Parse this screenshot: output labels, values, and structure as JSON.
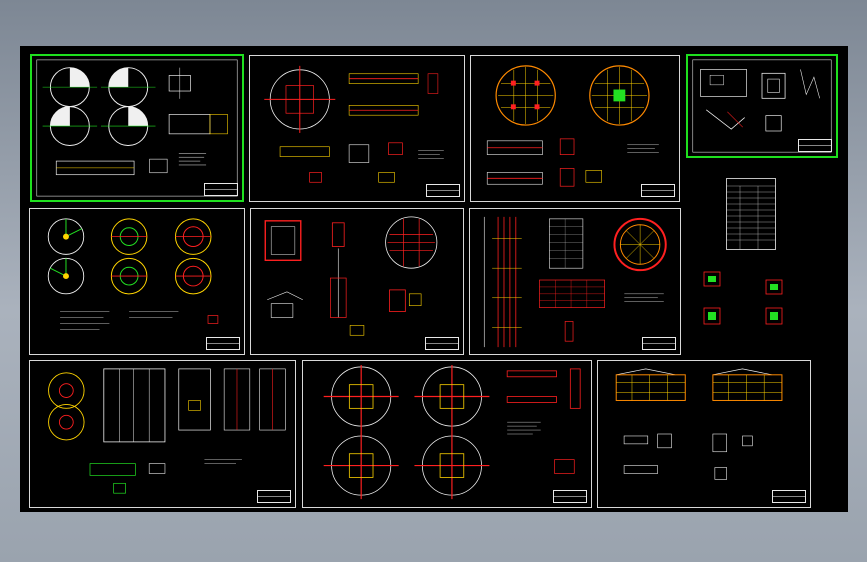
{
  "workspace": {
    "background": "#000000",
    "frame_colors": {
      "normal": "#d8d8d8",
      "highlight": "#1ee01e"
    },
    "line_colors": {
      "red": "#ff2020",
      "yellow": "#ffd400",
      "green": "#22e022",
      "white": "#f0f0f0",
      "cyan": "#20e0e0",
      "orange": "#ff8a00"
    }
  },
  "sheets": [
    {
      "id": "sheet-1",
      "highlighted": true,
      "title_block": {
        "name": "",
        "number": ""
      }
    },
    {
      "id": "sheet-2",
      "highlighted": false,
      "title_block": {
        "name": "",
        "number": ""
      }
    },
    {
      "id": "sheet-3",
      "highlighted": false,
      "title_block": {
        "name": "",
        "number": ""
      }
    },
    {
      "id": "sheet-4",
      "highlighted": true,
      "title_block": {
        "name": "",
        "number": ""
      }
    },
    {
      "id": "sheet-5",
      "highlighted": false,
      "title_block": {
        "name": "",
        "number": ""
      }
    },
    {
      "id": "sheet-6",
      "highlighted": false,
      "title_block": {
        "name": "",
        "number": ""
      }
    },
    {
      "id": "sheet-7",
      "highlighted": false,
      "title_block": {
        "name": "",
        "number": ""
      }
    },
    {
      "id": "sheet-8",
      "highlighted": false,
      "title_block": {
        "name": "",
        "number": ""
      }
    },
    {
      "id": "sheet-9",
      "highlighted": false,
      "title_block": {
        "name": "",
        "number": ""
      }
    },
    {
      "id": "sheet-10",
      "highlighted": false,
      "title_block": {
        "name": "",
        "number": ""
      }
    },
    {
      "id": "sheet-11",
      "highlighted": false,
      "title_block": {
        "name": "",
        "number": ""
      }
    }
  ],
  "notes_table": {
    "rows": 12,
    "cols": 3
  }
}
